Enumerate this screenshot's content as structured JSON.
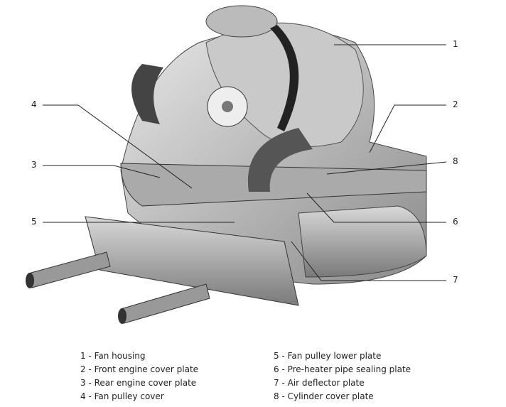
{
  "callouts": [
    "1",
    "2",
    "3",
    "4",
    "5",
    "6",
    "7",
    "8"
  ],
  "legend": {
    "left": [
      "1 - Fan housing",
      "2 - Front engine cover plate",
      "3 - Rear engine cover plate",
      "4 - Fan pulley cover"
    ],
    "right": [
      "5 - Fan pulley lower plate",
      "6 - Pre-heater pipe sealing plate",
      "7 - Air deflector plate",
      "8 - Cylinder cover plate"
    ]
  }
}
